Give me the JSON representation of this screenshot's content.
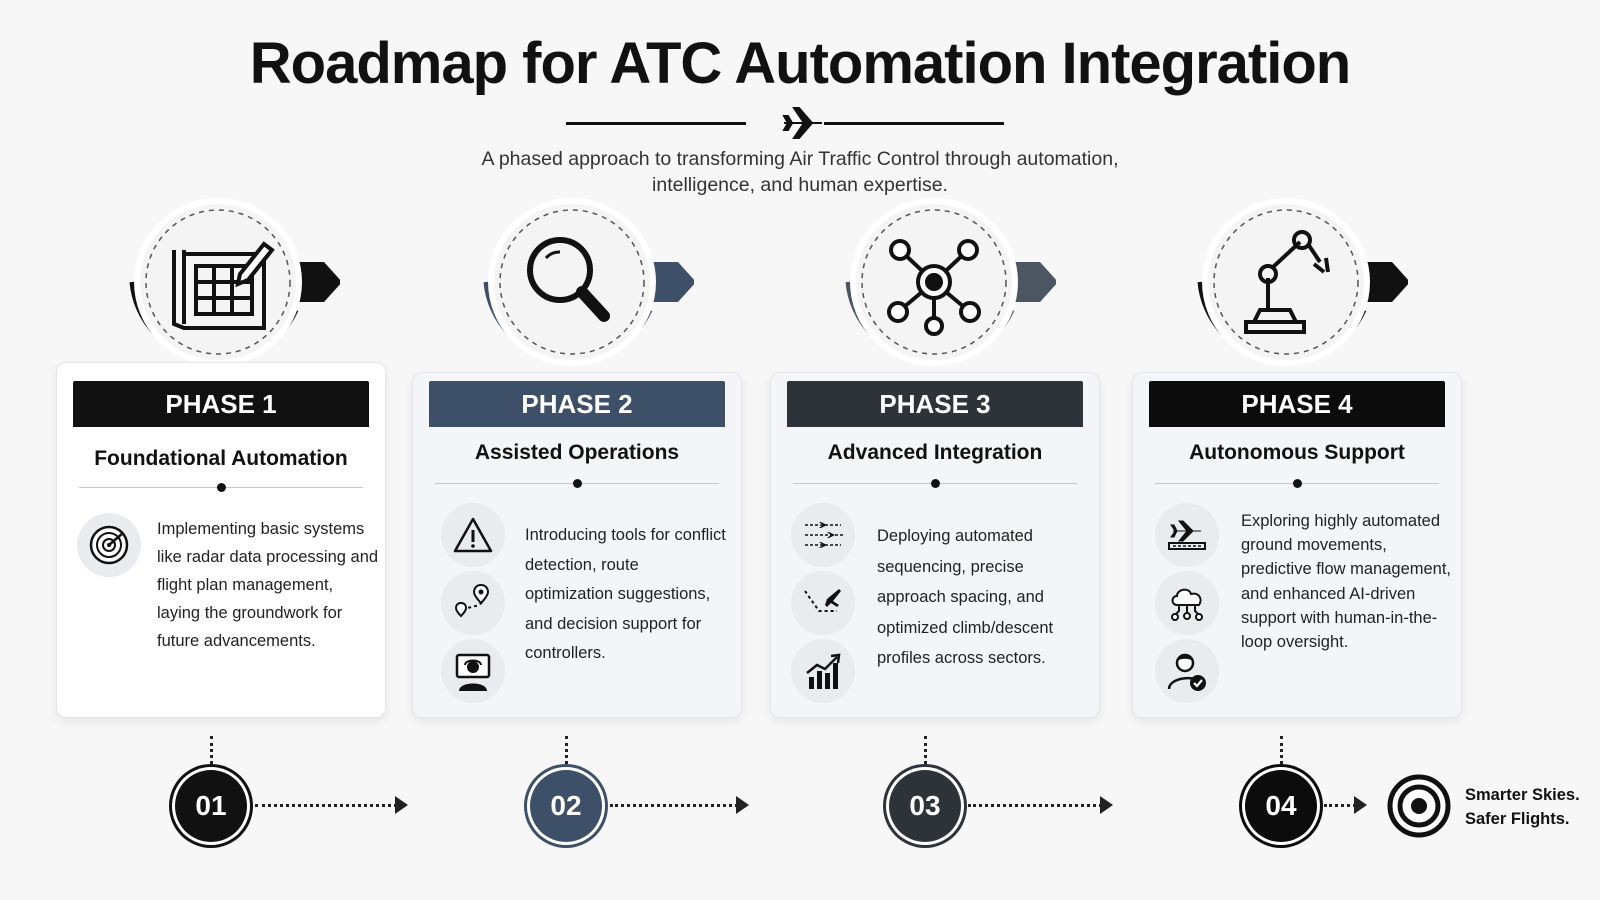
{
  "title": "Roadmap for ATC Automation Integration",
  "subtitle": "A phased approach to transforming Air Traffic Control through automation, intelligence, and human expertise.",
  "colors": {
    "phase1": "#111111",
    "phase2": "#3d5068",
    "phase3": "#2e333a",
    "phase4": "#0c0c0c",
    "accent_gray": "#6e7a89"
  },
  "phases": [
    {
      "label": "PHASE 1",
      "title": "Foundational Automation",
      "medallion_icon": "blueprint-pencil-icon",
      "icons": [
        "radar-icon"
      ],
      "description": "Implementing basic systems like radar data processing and flight plan management, laying the groundwork for future advancements.",
      "step": "01"
    },
    {
      "label": "PHASE 2",
      "title": "Assisted Operations",
      "medallion_icon": "magnifier-icon",
      "icons": [
        "warning-icon",
        "route-pin-icon",
        "controller-monitor-icon"
      ],
      "description": "Introducing tools for conflict detection, route optimization suggestions, and decision support for controllers.",
      "step": "02"
    },
    {
      "label": "PHASE 3",
      "title": "Advanced Integration",
      "medallion_icon": "network-hub-icon",
      "icons": [
        "sequencing-planes-icon",
        "approach-path-icon",
        "growth-chart-icon"
      ],
      "description": "Deploying automated sequencing, precise approach spacing, and optimized climb/descent profiles across sectors.",
      "step": "03"
    },
    {
      "label": "PHASE 4",
      "title": "Autonomous Support",
      "medallion_icon": "robotic-arm-icon",
      "icons": [
        "ground-plane-icon",
        "cloud-network-icon",
        "verified-user-icon"
      ],
      "description": "Exploring highly automated ground movements, predictive flow management, and enhanced AI-driven support with human-in-the-loop oversight.",
      "step": "04"
    }
  ],
  "tagline": {
    "line1": "Smarter Skies.",
    "line2": "Safer Flights."
  }
}
